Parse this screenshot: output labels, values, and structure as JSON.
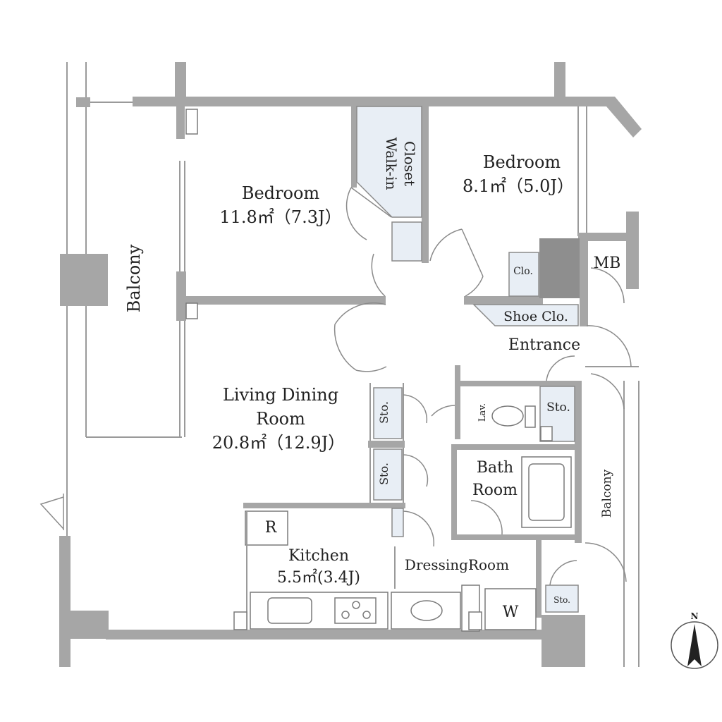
{
  "rooms": {
    "bedroom1": {
      "name": "Bedroom",
      "area": "11.8㎡（7.3J）"
    },
    "bedroom2": {
      "name": "Bedroom",
      "area": "8.1㎡（5.0J）"
    },
    "walkin": {
      "line1": "Walk-in",
      "line2": "Closet"
    },
    "balcony_left": "Balcony",
    "balcony_right": "Balcony",
    "living": {
      "line1": "Living Dining",
      "line2": "Room",
      "area": "20.8㎡（12.9J）"
    },
    "kitchen": {
      "name": "Kitchen",
      "area": "5.5㎡(3.4J)"
    },
    "dressing": "DressingRoom",
    "bath": {
      "line1": "Bath",
      "line2": "Room"
    },
    "entrance": "Entrance",
    "shoe_clo": "Shoe Clo.",
    "clo": "Clo.",
    "mb": "MB",
    "lav": "Lav.",
    "sto_1": "Sto.",
    "sto_2": "Sto.",
    "sto_3": "Sto.",
    "sto_4": "Sto.",
    "fridge": "R",
    "washer": "W"
  },
  "compass": {
    "label": "N"
  }
}
